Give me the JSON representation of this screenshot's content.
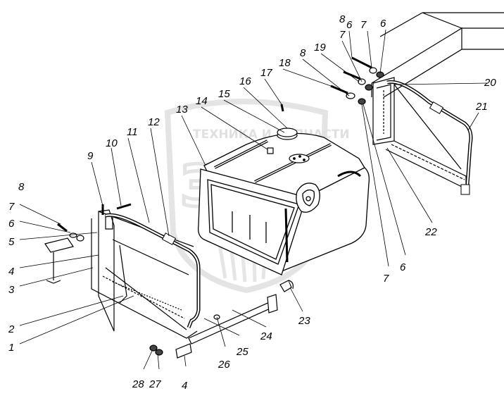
{
  "watermark": {
    "text": "ТЕХНИКА И ЗАПЧАСТИ",
    "logo": "ЗЭФ",
    "color": "#c8c8c8"
  },
  "callouts": [
    {
      "id": "c1",
      "label": "1"
    },
    {
      "id": "c2",
      "label": "2"
    },
    {
      "id": "c3",
      "label": "3"
    },
    {
      "id": "c4a",
      "label": "4"
    },
    {
      "id": "c5",
      "label": "5"
    },
    {
      "id": "c6a",
      "label": "6"
    },
    {
      "id": "c7a",
      "label": "7"
    },
    {
      "id": "c8a",
      "label": "8"
    },
    {
      "id": "c9",
      "label": "9"
    },
    {
      "id": "c10",
      "label": "10"
    },
    {
      "id": "c11",
      "label": "11"
    },
    {
      "id": "c12",
      "label": "12"
    },
    {
      "id": "c13",
      "label": "13"
    },
    {
      "id": "c14",
      "label": "14"
    },
    {
      "id": "c15",
      "label": "15"
    },
    {
      "id": "c16",
      "label": "16"
    },
    {
      "id": "c17",
      "label": "17"
    },
    {
      "id": "c18",
      "label": "18"
    },
    {
      "id": "c8b",
      "label": "8"
    },
    {
      "id": "c19",
      "label": "19"
    },
    {
      "id": "c7b",
      "label": "7"
    },
    {
      "id": "c6b",
      "label": "6"
    },
    {
      "id": "c8c",
      "label": "8"
    },
    {
      "id": "c7c",
      "label": "7"
    },
    {
      "id": "c6c",
      "label": "6"
    },
    {
      "id": "c20",
      "label": "20"
    },
    {
      "id": "c21",
      "label": "21"
    },
    {
      "id": "c22",
      "label": "22"
    },
    {
      "id": "c6d",
      "label": "6"
    },
    {
      "id": "c7d",
      "label": "7"
    },
    {
      "id": "c23",
      "label": "23"
    },
    {
      "id": "c24",
      "label": "24"
    },
    {
      "id": "c25",
      "label": "25"
    },
    {
      "id": "c26",
      "label": "26"
    },
    {
      "id": "c4b",
      "label": "4"
    },
    {
      "id": "c27",
      "label": "27"
    },
    {
      "id": "c28",
      "label": "28"
    }
  ]
}
